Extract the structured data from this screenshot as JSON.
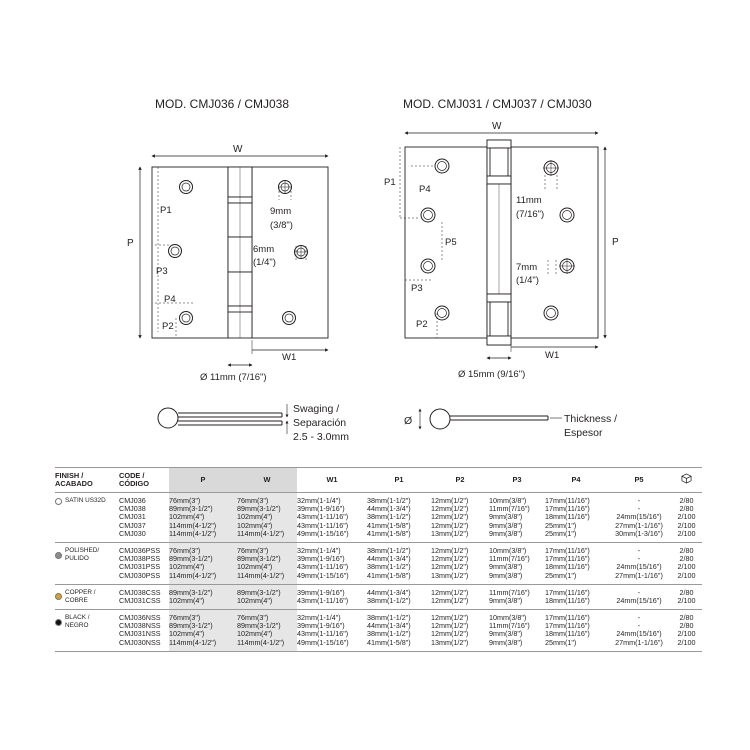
{
  "left_diagram": {
    "title": "MOD. CMJ036 / CMJ038",
    "labels": {
      "w": "W",
      "p": "P",
      "p1": "P1",
      "p2": "P2",
      "p3": "P3",
      "p4": "P4",
      "w1": "W1",
      "hole_large_mm": "9mm",
      "hole_large_in": "(3/8\")",
      "hole_small_mm": "6mm",
      "hole_small_in": "(1/4\")",
      "knuckle": "Ø 11mm (7/16\")"
    }
  },
  "right_diagram": {
    "title": "MOD. CMJ031 / CMJ037 / CMJ030",
    "labels": {
      "w": "W",
      "p": "P",
      "p1": "P1",
      "p2": "P2",
      "p3": "P3",
      "p4": "P4",
      "p5": "P5",
      "w1": "W1",
      "hole_large_mm": "11mm",
      "hole_large_in": "(7/16\")",
      "hole_small_mm": "7mm",
      "hole_small_in": "(1/4\")",
      "knuckle": "Ø 15mm (9/16\")"
    }
  },
  "swaging": {
    "line1": "Swaging /",
    "line2": "Separación",
    "line3": "2.5 - 3.0mm"
  },
  "thickness": {
    "diam": "Ø",
    "line1": "Thickness /",
    "line2": "Espesor"
  },
  "table": {
    "headers": {
      "finish": [
        "FINISH /",
        "ACABADO"
      ],
      "code": [
        "CODE /",
        "CÓDIGO"
      ],
      "p": "P",
      "w": "W",
      "w1": "W1",
      "p1": "P1",
      "p2": "P2",
      "p3": "P3",
      "p4": "P4",
      "p5": "P5",
      "pack_icon": "box-icon"
    },
    "groups": [
      {
        "finish": [
          "SATIN US32D"
        ],
        "dot_color": "#ffffff",
        "codes": [
          "CMJ036",
          "CMJ038",
          "CMJ031",
          "CMJ037",
          "CMJ030"
        ],
        "p": [
          "76mm(3\")",
          "89mm(3-1/2\")",
          "102mm(4\")",
          "114mm(4-1/2\")",
          "114mm(4-1/2\")"
        ],
        "w": [
          "76mm(3\")",
          "89mm(3-1/2\")",
          "102mm(4\")",
          "102mm(4\")",
          "114mm(4-1/2\")"
        ],
        "w1": [
          "32mm(1-1/4\")",
          "39mm(1-9/16\")",
          "43mm(1-11/16\")",
          "43mm(1-11/16\")",
          "49mm(1-15/16\")"
        ],
        "p1": [
          "38mm(1-1/2\")",
          "44mm(1-3/4\")",
          "38mm(1-1/2\")",
          "41mm(1-5/8\")",
          "41mm(1-5/8\")"
        ],
        "p2": [
          "12mm(1/2\")",
          "12mm(1/2\")",
          "12mm(1/2\")",
          "12mm(1/2\")",
          "13mm(1/2\")"
        ],
        "p3": [
          "10mm(3/8\")",
          "11mm(7/16\")",
          "9mm(3/8\")",
          "9mm(3/8\")",
          "9mm(3/8\")"
        ],
        "p4": [
          "17mm(11/16\")",
          "17mm(11/16\")",
          "18mm(11/16\")",
          "25mm(1\")",
          "25mm(1\")"
        ],
        "p5": [
          "-",
          "-",
          "24mm(15/16\")",
          "27mm(1-1/16\")",
          "30mm(1-3/16\")"
        ],
        "pack": [
          "2/80",
          "2/80",
          "2/100",
          "2/100",
          "2/100"
        ]
      },
      {
        "finish": [
          "POLISHED/",
          "PULIDO"
        ],
        "dot_color": "#8c8c8c",
        "codes": [
          "CMJ036PSS",
          "CMJ038PSS",
          "CMJ031PSS",
          "CMJ030PSS"
        ],
        "p": [
          "76mm(3\")",
          "89mm(3-1/2\")",
          "102mm(4\")",
          "114mm(4-1/2\")"
        ],
        "w": [
          "76mm(3\")",
          "89mm(3-1/2\")",
          "102mm(4\")",
          "114mm(4-1/2\")"
        ],
        "w1": [
          "32mm(1-1/4\")",
          "39mm(1-9/16\")",
          "43mm(1-11/16\")",
          "49mm(1-15/16\")"
        ],
        "p1": [
          "38mm(1-1/2\")",
          "44mm(1-3/4\")",
          "38mm(1-1/2\")",
          "41mm(1-5/8\")"
        ],
        "p2": [
          "12mm(1/2\")",
          "12mm(1/2\")",
          "12mm(1/2\")",
          "13mm(1/2\")"
        ],
        "p3": [
          "10mm(3/8\")",
          "11mm(7/16\")",
          "9mm(3/8\")",
          "9mm(3/8\")"
        ],
        "p4": [
          "17mm(11/16\")",
          "17mm(11/16\")",
          "18mm(11/16\")",
          "25mm(1\")"
        ],
        "p5": [
          "-",
          "-",
          "24mm(15/16\")",
          "27mm(1-1/16\")"
        ],
        "pack": [
          "2/80",
          "2/80",
          "2/100",
          "2/100"
        ]
      },
      {
        "finish": [
          "COPPER /",
          "COBRE"
        ],
        "dot_color": "#d4a22b",
        "codes": [
          "CMJ038CSS",
          "CMJ031CSS"
        ],
        "p": [
          "89mm(3-1/2\")",
          "102mm(4\")"
        ],
        "w": [
          "89mm(3-1/2\")",
          "102mm(4\")"
        ],
        "w1": [
          "39mm(1-9/16\")",
          "43mm(1-11/16\")"
        ],
        "p1": [
          "44mm(1-3/4\")",
          "38mm(1-1/2\")"
        ],
        "p2": [
          "12mm(1/2\")",
          "12mm(1/2\")"
        ],
        "p3": [
          "11mm(7/16\")",
          "9mm(3/8\")"
        ],
        "p4": [
          "17mm(11/16\")",
          "18mm(11/16\")"
        ],
        "p5": [
          "-",
          "24mm(15/16\")"
        ],
        "pack": [
          "2/80",
          "2/100"
        ]
      },
      {
        "finish": [
          "BLACK /",
          "NEGRO"
        ],
        "dot_color": "#111111",
        "codes": [
          "CMJ036NSS",
          "CMJ038NSS",
          "CMJ031NSS",
          "CMJ030NSS"
        ],
        "p": [
          "76mm(3\")",
          "89mm(3-1/2\")",
          "102mm(4\")",
          "114mm(4-1/2\")"
        ],
        "w": [
          "76mm(3\")",
          "89mm(3-1/2\")",
          "102mm(4\")",
          "114mm(4-1/2\")"
        ],
        "w1": [
          "32mm(1-1/4\")",
          "39mm(1-9/16\")",
          "43mm(1-11/16\")",
          "49mm(1-15/16\")"
        ],
        "p1": [
          "38mm(1-1/2\")",
          "44mm(1-3/4\")",
          "38mm(1-1/2\")",
          "41mm(1-5/8\")"
        ],
        "p2": [
          "12mm(1/2\")",
          "12mm(1/2\")",
          "12mm(1/2\")",
          "13mm(1/2\")"
        ],
        "p3": [
          "10mm(3/8\")",
          "11mm(7/16\")",
          "9mm(3/8\")",
          "9mm(3/8\")"
        ],
        "p4": [
          "17mm(11/16\")",
          "17mm(11/16\")",
          "18mm(11/16\")",
          "25mm(1\")"
        ],
        "p5": [
          "-",
          "-",
          "24mm(15/16\")",
          "27mm(1-1/16\")"
        ],
        "pack": [
          "2/80",
          "2/80",
          "2/100",
          "2/100"
        ]
      }
    ]
  }
}
